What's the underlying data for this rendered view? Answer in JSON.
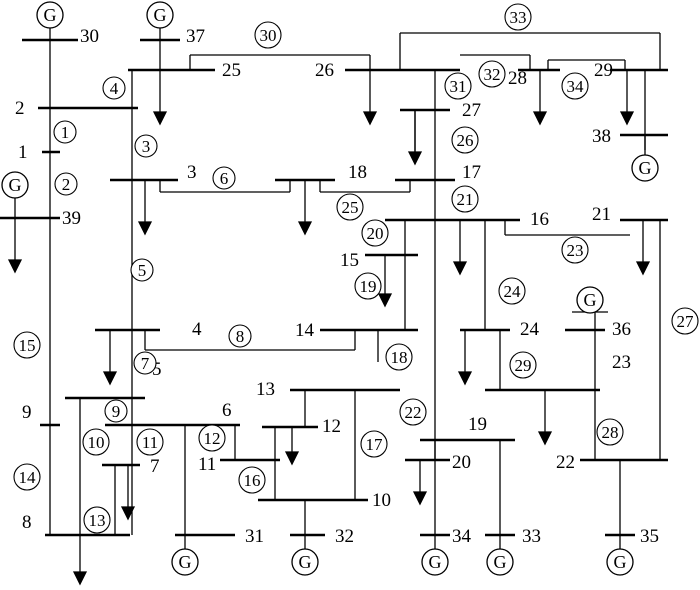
{
  "bus_labels": [
    {
      "id": "b1",
      "text": "1"
    },
    {
      "id": "b2",
      "text": "2"
    },
    {
      "id": "b3",
      "text": "3"
    },
    {
      "id": "b4",
      "text": "4"
    },
    {
      "id": "b5",
      "text": "5"
    },
    {
      "id": "b6",
      "text": "6"
    },
    {
      "id": "b7",
      "text": "7"
    },
    {
      "id": "b8",
      "text": "8"
    },
    {
      "id": "b9",
      "text": "9"
    },
    {
      "id": "b10",
      "text": "10"
    },
    {
      "id": "b11",
      "text": "11"
    },
    {
      "id": "b12",
      "text": "12"
    },
    {
      "id": "b13",
      "text": "13"
    },
    {
      "id": "b14",
      "text": "14"
    },
    {
      "id": "b15",
      "text": "15"
    },
    {
      "id": "b16",
      "text": "16"
    },
    {
      "id": "b17",
      "text": "17"
    },
    {
      "id": "b18",
      "text": "18"
    },
    {
      "id": "b19",
      "text": "19"
    },
    {
      "id": "b20",
      "text": "20"
    },
    {
      "id": "b21",
      "text": "21"
    },
    {
      "id": "b22",
      "text": "22"
    },
    {
      "id": "b23",
      "text": "23"
    },
    {
      "id": "b24",
      "text": "24"
    },
    {
      "id": "b25",
      "text": "25"
    },
    {
      "id": "b26",
      "text": "26"
    },
    {
      "id": "b27",
      "text": "27"
    },
    {
      "id": "b28",
      "text": "28"
    },
    {
      "id": "b29",
      "text": "29"
    },
    {
      "id": "b30",
      "text": "30"
    },
    {
      "id": "b31",
      "text": "31"
    },
    {
      "id": "b32",
      "text": "32"
    },
    {
      "id": "b33",
      "text": "33"
    },
    {
      "id": "b34",
      "text": "34"
    },
    {
      "id": "b35",
      "text": "35"
    },
    {
      "id": "b36",
      "text": "36"
    },
    {
      "id": "b37",
      "text": "37"
    },
    {
      "id": "b38",
      "text": "38"
    },
    {
      "id": "b39",
      "text": "39"
    }
  ],
  "line_numbers": [
    "1",
    "2",
    "3",
    "4",
    "5",
    "6",
    "7",
    "8",
    "9",
    "10",
    "11",
    "12",
    "13",
    "14",
    "15",
    "16",
    "17",
    "18",
    "19",
    "20",
    "21",
    "22",
    "23",
    "24",
    "25",
    "26",
    "27",
    "28",
    "29",
    "30",
    "31",
    "32",
    "33",
    "34"
  ],
  "generator_symbol": "G"
}
